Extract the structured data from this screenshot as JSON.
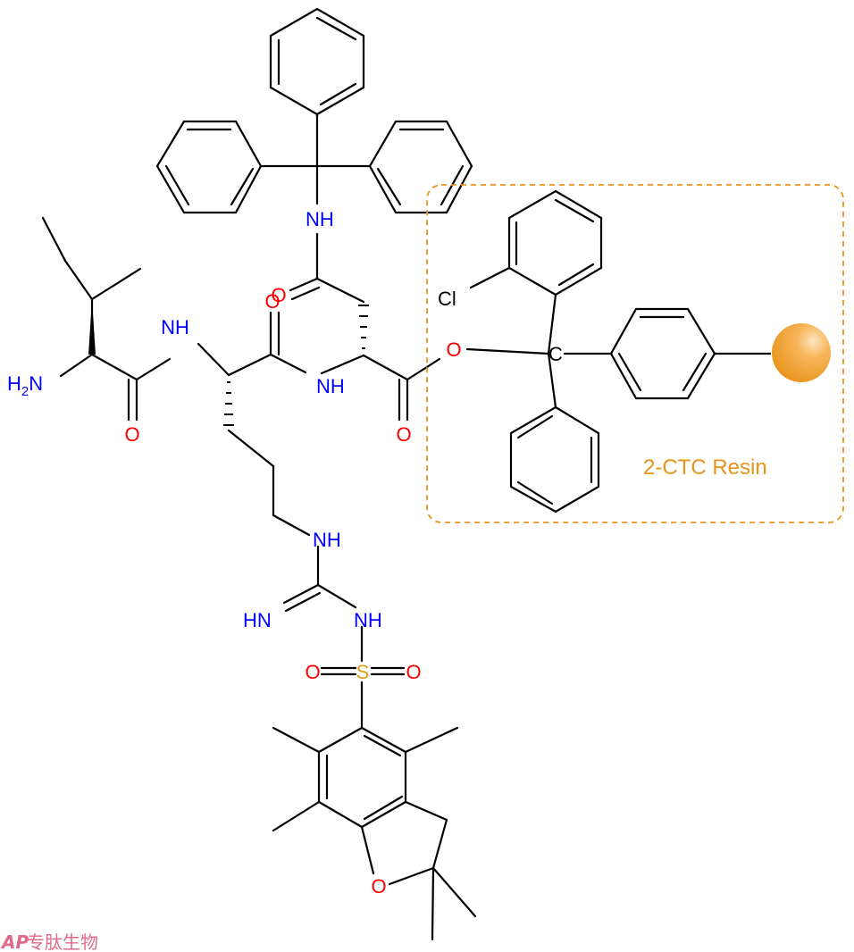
{
  "colors": {
    "carbon_bonds": "#000000",
    "nitrogen": "#0000ff",
    "oxygen": "#ff0000",
    "sulfur": "#d4a017",
    "resin_accent": "#e8941a",
    "bead": "#f2a33a",
    "watermark": "#e06a8a"
  },
  "atom_labels": {
    "h2n": "H",
    "h2n_sub": "2",
    "h2n_n": "N",
    "nh_ile_arg": "NH",
    "nh_arg_asn": "NH",
    "nh_trityl": "NH",
    "nh_guan_1": "NH",
    "nh_guan_2": "NH",
    "hn_imine": "HN",
    "o_ile": "O",
    "o_arg": "O",
    "o_asn_side": "O",
    "o_asn_acid": "O",
    "o_ester": "O",
    "s": "S",
    "o_sulf_left": "O",
    "o_sulf_right": "O",
    "o_furan": "O",
    "cl": "Cl",
    "c_center": "C"
  },
  "resin": {
    "label": "2-CTC Resin",
    "icon": "resin-bead-icon"
  },
  "watermark": {
    "logo": "AP",
    "text": "专肽生物"
  }
}
